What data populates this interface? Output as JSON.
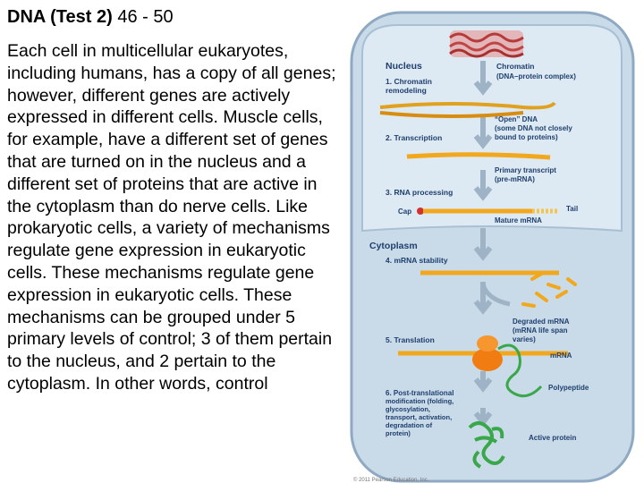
{
  "slide": {
    "title_bold": "DNA (Test 2)",
    "title_rest": " 46 - 50",
    "body": "Each cell in multicellular eukaryotes, including humans, has a copy of all genes; however, different genes are actively expressed in different cells.  Muscle cells, for example, have a different set of genes that are turned on in the nucleus and a different set of proteins that are active in the cytoplasm than do nerve cells.  Like prokaryotic cells, a variety of mechanisms regulate gene expression in eukaryotic cells. These mechanisms regulate gene expression in eukaryotic cells. These mechanisms can be grouped under 5 primary levels of control; 3 of them pertain to the nucleus, and 2 pertain to the cytoplasm.  In other words, control"
  },
  "figure": {
    "nucleus_label": "Nucleus",
    "cytoplasm_label": "Cytoplasm",
    "steps": {
      "s1a": "1. Chromatin",
      "s1b": "remodeling",
      "s2": "2. Transcription",
      "s3": "3. RNA processing",
      "s4": "4. mRNA stability",
      "s5": "5. Translation",
      "s6a": "6. Post-translational",
      "s6b": "modification (folding,",
      "s6c": "glycosylation,",
      "s6d": "transport, activation,",
      "s6e": "degradation of",
      "s6f": "protein)"
    },
    "labels": {
      "chromatin_a": "Chromatin",
      "chromatin_b": "(DNA–protein complex)",
      "open_a": "“Open” DNA",
      "open_b": "(some DNA not closely",
      "open_c": "bound to proteins)",
      "primary_a": "Primary transcript",
      "primary_b": "(pre-mRNA)",
      "cap": "Cap",
      "tail": "Tail",
      "mature": "Mature mRNA",
      "degraded_a": "Degraded mRNA",
      "degraded_b": "(mRNA life span",
      "degraded_c": "varies)",
      "mrna": "mRNA",
      "polypeptide": "Polypeptide",
      "active": "Active protein",
      "copyright": "© 2011 Pearson Education, Inc."
    },
    "colors": {
      "cell_fill": "#c9dbe9",
      "nucleus_fill": "#dde9f3",
      "step_text": "#1f3f6e",
      "mrna": "#f2a81d",
      "ribosome": "#f07c12",
      "protein": "#3aa84a"
    }
  }
}
